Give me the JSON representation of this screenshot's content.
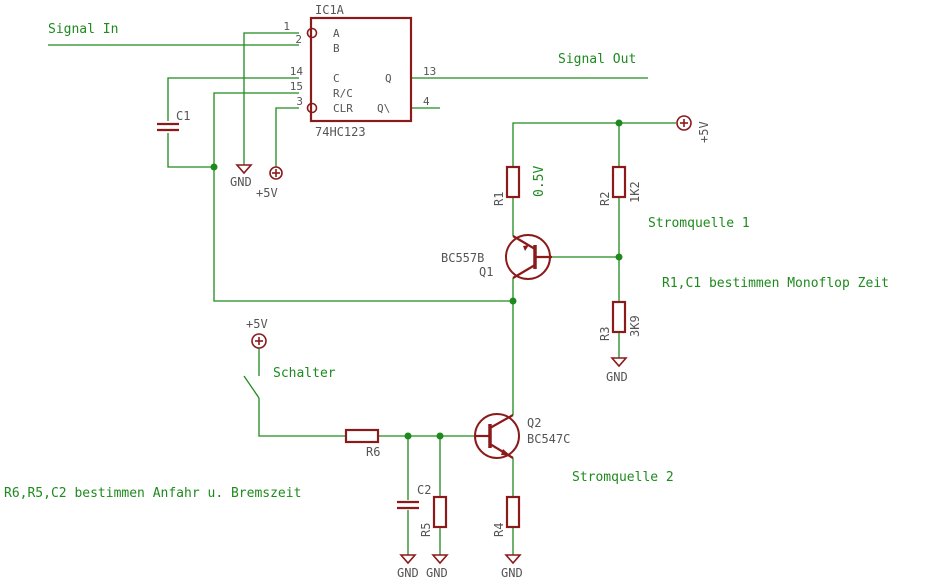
{
  "colors": {
    "wire": "#1e8a1e",
    "part": "#8b1a1a",
    "text": "#555555",
    "background": "#ffffff"
  },
  "notes": {
    "signal_in": "Signal In",
    "signal_out": "Signal Out",
    "stromquelle1": "Stromquelle 1",
    "stromquelle2": "Stromquelle 2",
    "monoflop": "R1,C1 bestimmen Monoflop Zeit",
    "anfahr": "R6,R5,C2 bestimmen Anfahr u. Bremszeit",
    "schalter": "Schalter"
  },
  "ic": {
    "name": "IC1A",
    "type": "74HC123",
    "pins": {
      "a": {
        "num": "1",
        "name": "A"
      },
      "b": {
        "num": "2",
        "name": "B"
      },
      "c": {
        "num": "14",
        "name": "C"
      },
      "rc": {
        "num": "15",
        "name": "R/C"
      },
      "clr": {
        "num": "3",
        "name": "CLR"
      },
      "q": {
        "num": "13",
        "name": "Q"
      },
      "qn": {
        "num": "4",
        "name": "Q\\"
      }
    }
  },
  "components": {
    "c1": {
      "name": "C1"
    },
    "c2": {
      "name": "C2"
    },
    "r1": {
      "name": "R1",
      "value": "0.5V"
    },
    "r2": {
      "name": "R2",
      "value": "1K2"
    },
    "r3": {
      "name": "R3",
      "value": "3K9"
    },
    "r4": {
      "name": "R4"
    },
    "r5": {
      "name": "R5"
    },
    "r6": {
      "name": "R6"
    },
    "q1": {
      "name": "Q1",
      "type": "BC557B"
    },
    "q2": {
      "name": "Q2",
      "type": "BC547C"
    }
  },
  "power": {
    "gnd": "GND",
    "vcc": "+5V"
  }
}
